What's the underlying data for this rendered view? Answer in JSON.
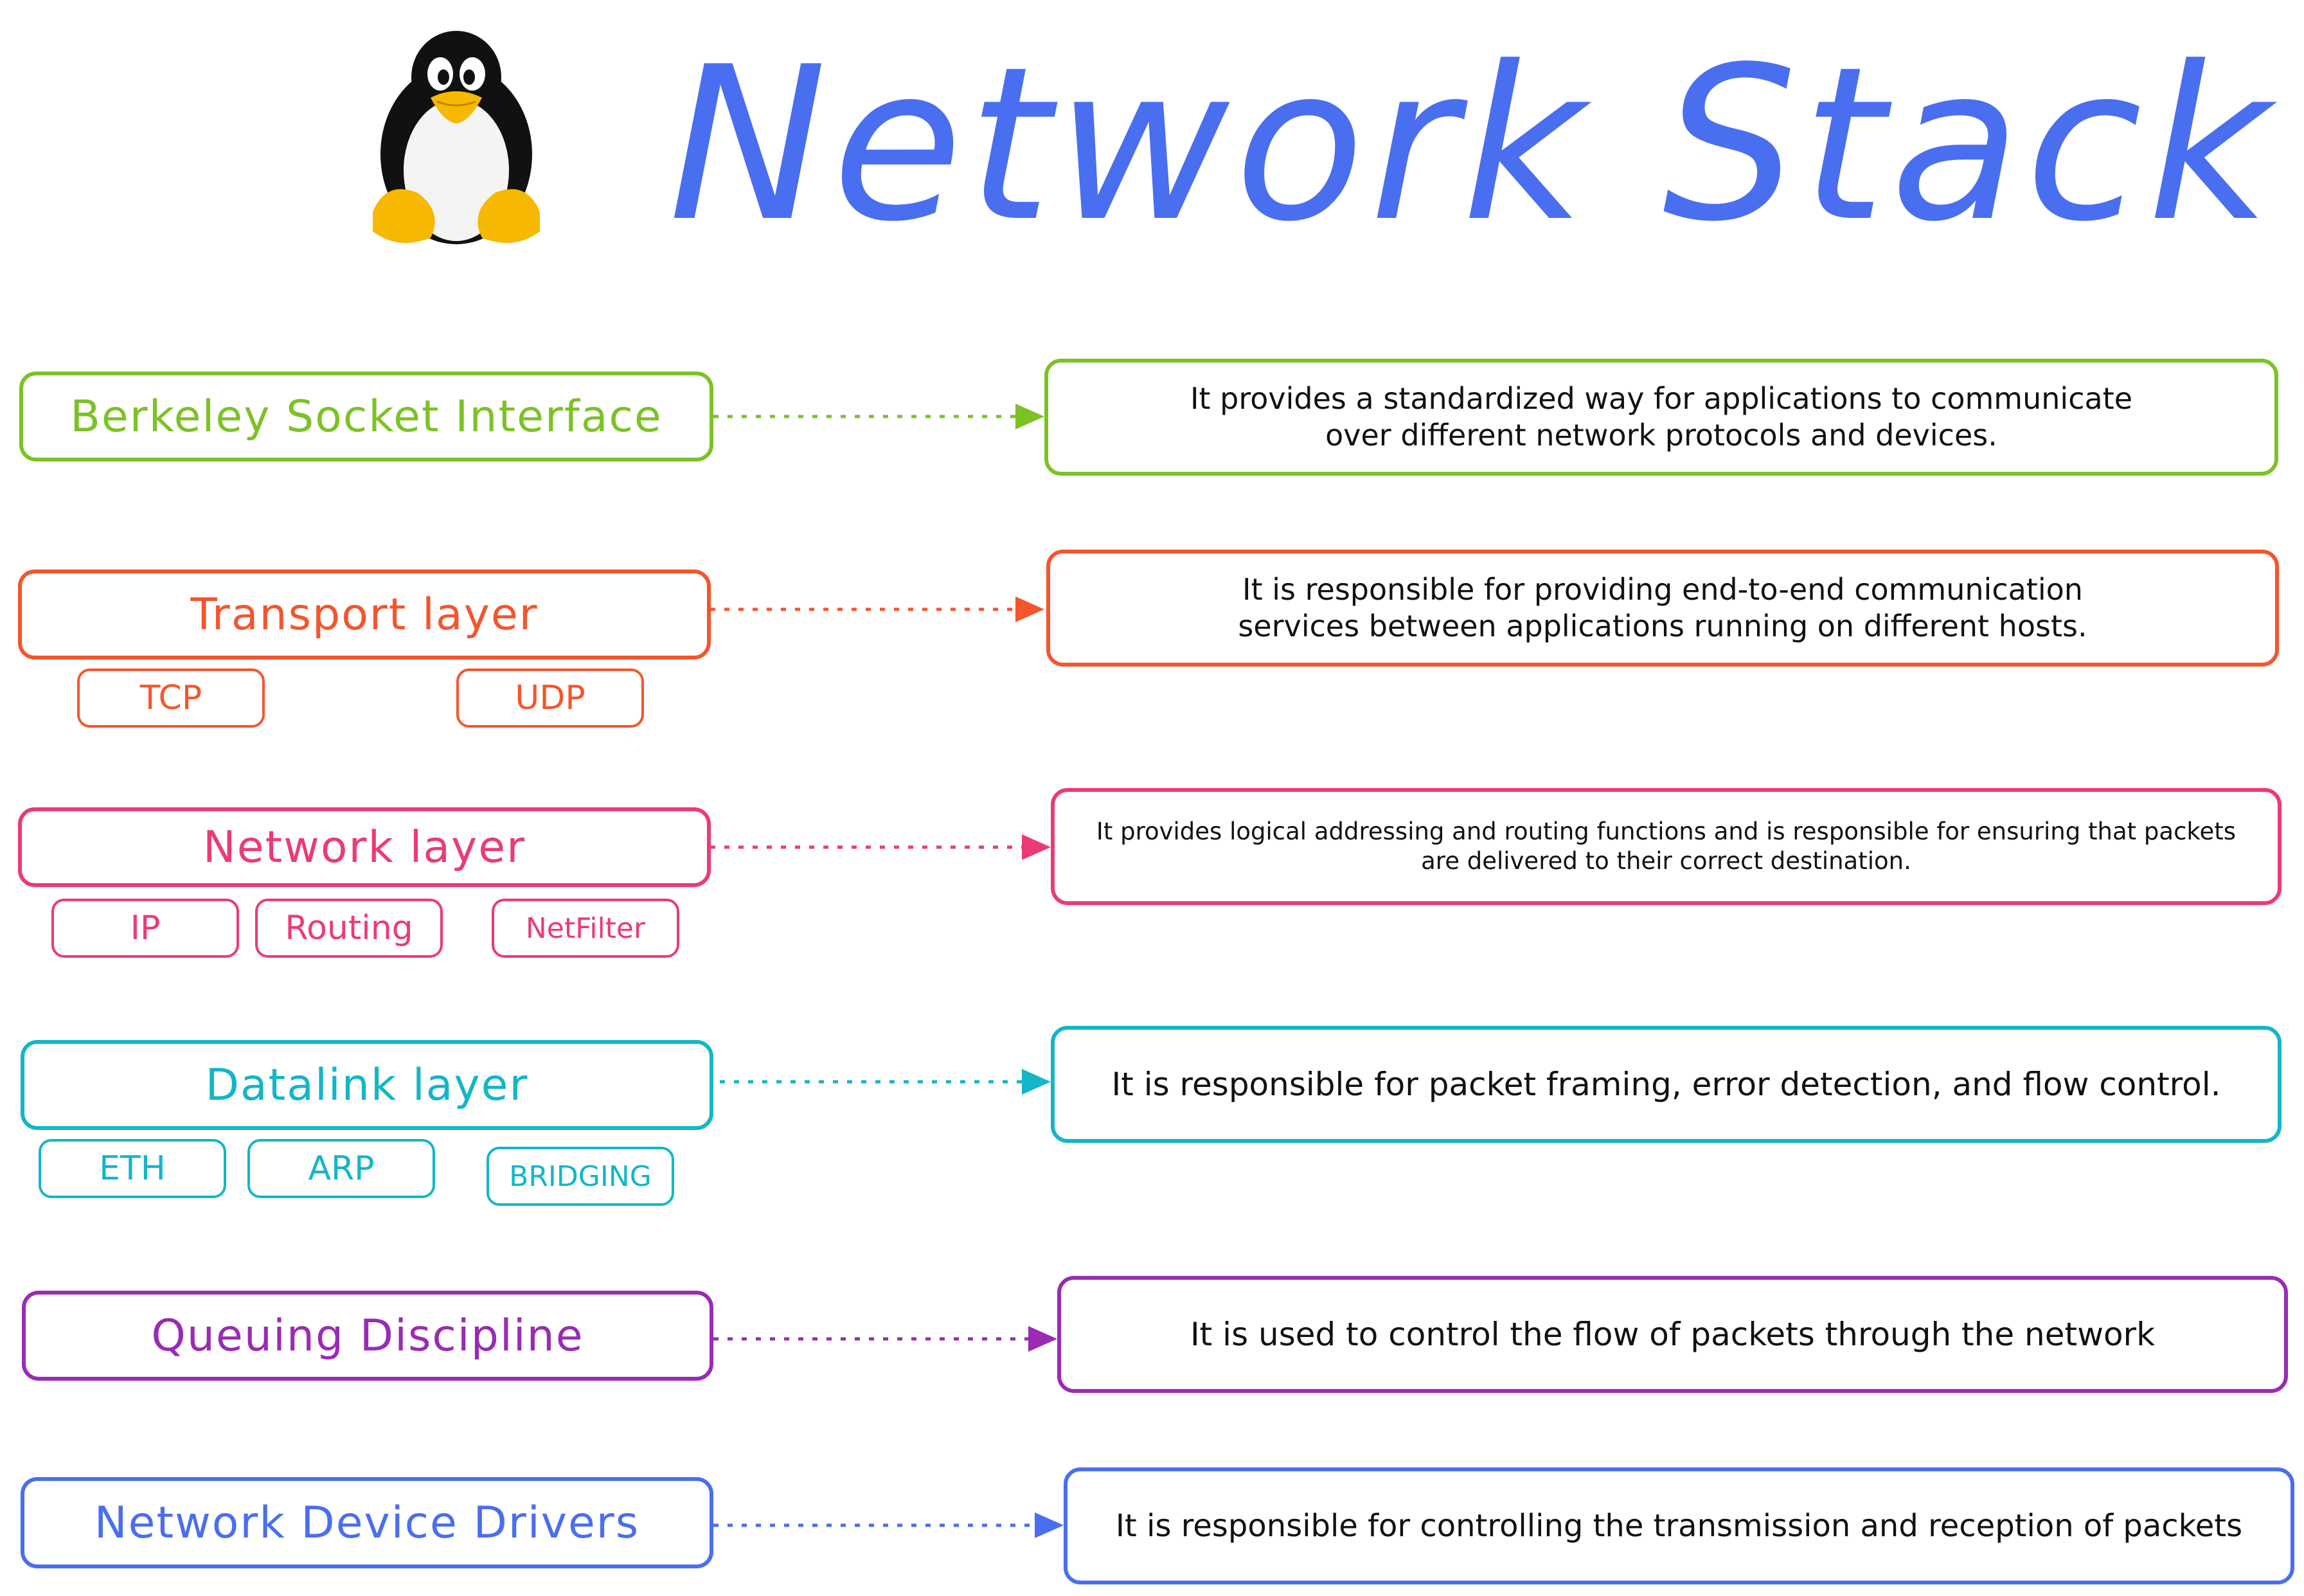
{
  "title": "Network Stack",
  "logo_icon": "tux-penguin-icon",
  "colors": {
    "title": "#4a6ef0",
    "berkeley": "#7cc225",
    "transport": "#f5552c",
    "network": "#ec3a78",
    "datalink": "#12b6c8",
    "qdisc": "#9a2bb5",
    "drivers": "#4a6ef0"
  },
  "layers": [
    {
      "label": "Berkeley Socket Interface",
      "description": [
        "It provides a standardized way for applications to communicate",
        "over different network protocols and devices."
      ],
      "subcomponents": []
    },
    {
      "label": "Transport layer",
      "description": [
        "It is responsible for providing end-to-end communication",
        "services between applications running on different hosts."
      ],
      "subcomponents": [
        "TCP",
        "UDP"
      ]
    },
    {
      "label": "Network layer",
      "description": [
        "It provides logical addressing and routing functions and is responsible for ensuring that packets",
        "are delivered to their correct destination."
      ],
      "subcomponents": [
        "IP",
        "Routing",
        "NetFilter"
      ]
    },
    {
      "label": "Datalink layer",
      "description": [
        "It is responsible for packet framing, error detection, and flow control."
      ],
      "subcomponents": [
        "ETH",
        "ARP",
        "BRIDGING"
      ]
    },
    {
      "label": "Queuing Discipline",
      "description": [
        "It is used to control the flow of packets through the network"
      ],
      "subcomponents": []
    },
    {
      "label": "Network Device Drivers",
      "description": [
        "It is responsible for controlling the transmission and reception of packets"
      ],
      "subcomponents": []
    }
  ]
}
